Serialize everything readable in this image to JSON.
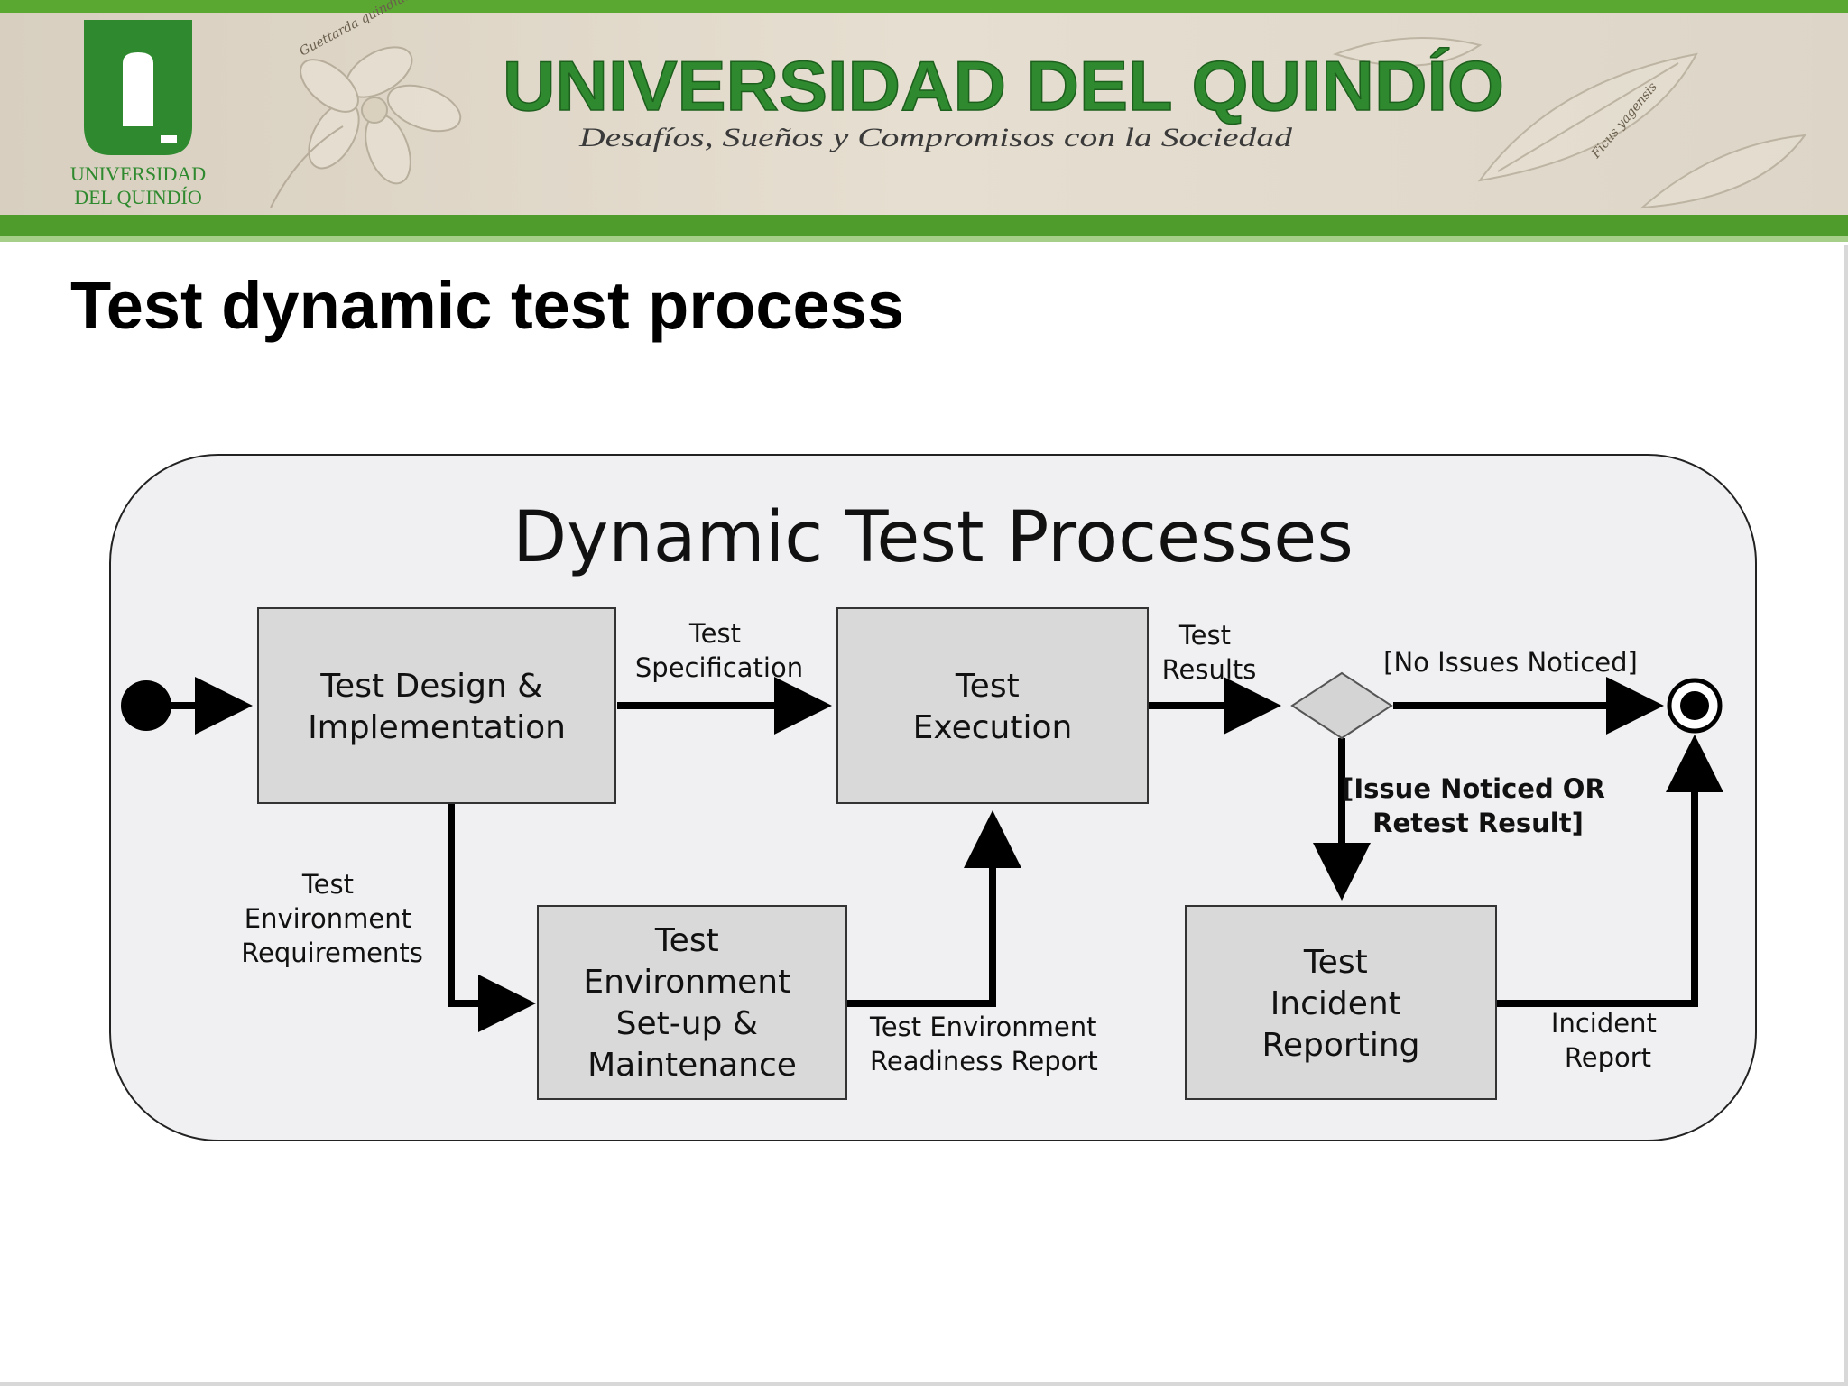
{
  "header": {
    "university_name": "UNIVERSIDAD DEL QUINDÍO",
    "tagline": "Desafíos, Sueños y Compromisos con la Sociedad",
    "logo_text_line1": "UNIVERSIDAD",
    "logo_text_line2": "DEL QUINDÍO",
    "decor_text_1": "Guettarda quindiana",
    "decor_text_2": "Ficus yagensis"
  },
  "slide": {
    "title": "Test dynamic test process"
  },
  "diagram": {
    "title": "Dynamic Test Processes",
    "boxes": {
      "design": [
        "Test Design &",
        "Implementation"
      ],
      "execution": [
        "Test",
        "Execution"
      ],
      "environment": [
        "Test",
        "Environment",
        "Set-up &",
        "Maintenance"
      ],
      "incident": [
        "Test",
        "Incident",
        "Reporting"
      ]
    },
    "labels": {
      "spec": [
        "Test",
        "Specification"
      ],
      "results": [
        "Test",
        "Results"
      ],
      "no_issues": "[No Issues Noticed]",
      "issue": [
        "[Issue Noticed OR",
        "Retest Result]"
      ],
      "env_req": [
        "Test",
        "Environment",
        "Requirements"
      ],
      "readiness": [
        "Test Environment",
        "Readiness Report"
      ],
      "incident_report": [
        "Incident",
        "Report"
      ]
    }
  },
  "colors": {
    "brand_green": "#2f8a2f",
    "bar_green": "#5aa832",
    "panel_bg": "#f0f0f2",
    "box_fill": "#d9d9d9",
    "diamond_fill": "#d4d4d4"
  }
}
